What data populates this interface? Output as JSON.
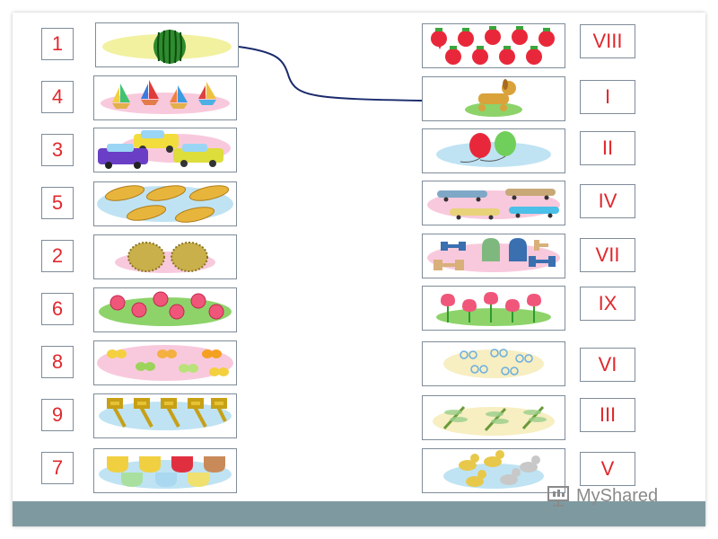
{
  "left_numbers": [
    "1",
    "4",
    "3",
    "5",
    "2",
    "6",
    "8",
    "9",
    "7"
  ],
  "left_pictures": [
    "watermelon",
    "boats",
    "cars",
    "loaves",
    "hedgehogs",
    "roses",
    "butterflies",
    "hammers",
    "cups"
  ],
  "right_pictures": [
    "strawberries",
    "toy-dog",
    "balloons",
    "skateboards",
    "dumbbells",
    "tulips",
    "glasses",
    "dragonflies",
    "ducks"
  ],
  "right_numerals": [
    "VIII",
    "I",
    "II",
    "IV",
    "VII",
    "IX",
    "VI",
    "III",
    "V"
  ],
  "watermark": {
    "brand": "MyShared"
  },
  "colors": {
    "number_text": "#e0282d",
    "line": "#1a2a6c",
    "bar": "#7e9aa0"
  }
}
